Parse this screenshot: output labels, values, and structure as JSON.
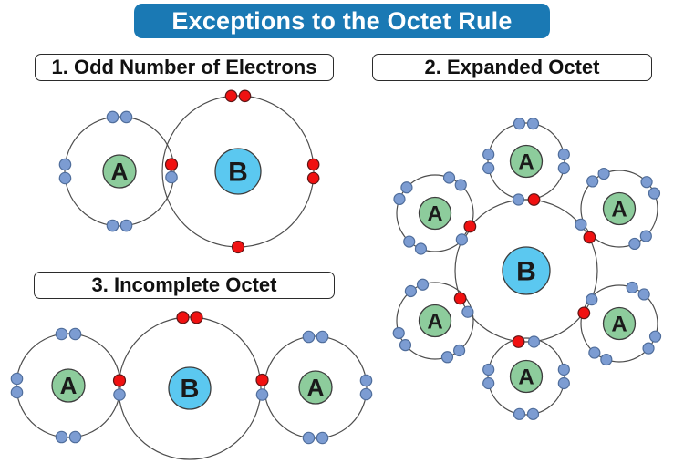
{
  "title": "Exceptions to the Octet Rule",
  "atom_labels": {
    "a": "A",
    "b": "B"
  },
  "colors": {
    "background": "#FFFFFF",
    "title_bg": "#1A79B4",
    "title_text": "#FFFFFF",
    "heading_text": "#111111",
    "heading_border": "#2B2B2B",
    "ring_stroke": "#4D4D4D",
    "atom_a_fill": "#8DCC9C",
    "atom_b_fill": "#5BC8F0",
    "atom_stroke": "#3D3D3D",
    "atom_label": "#1A1A1A",
    "electron_a_fill": "#7C9CD2",
    "electron_a_stroke": "#4F6D9B",
    "electron_b_fill": "#F01111",
    "electron_b_stroke": "#5E1616"
  },
  "sections": [
    {
      "heading": "1. Odd Number of Electrons",
      "molecule": {
        "atoms": [
          {
            "label": "A",
            "lone_pairs": 3,
            "bonding_electrons": 1
          },
          {
            "label": "B",
            "lone_pairs": 2,
            "unpaired_electrons": 1,
            "bonding_electrons": 1
          }
        ],
        "shared_pairs": 1,
        "electrons_around_B": 7
      }
    },
    {
      "heading": "2. Expanded Octet",
      "molecule": {
        "center_atom": {
          "label": "B",
          "lone_pairs": 0,
          "bonding_electrons": 6
        },
        "outer_atoms": {
          "label": "A",
          "count": 6,
          "lone_pairs_each": 3,
          "bonding_electrons_each": 1
        },
        "shared_pairs": 6,
        "electrons_around_B": 12
      }
    },
    {
      "heading": "3. Incomplete Octet",
      "molecule": {
        "atoms": [
          {
            "label": "A",
            "lone_pairs": 3,
            "bonding_electrons": 1
          },
          {
            "label": "B",
            "lone_pairs": 1,
            "bonding_electrons": 2
          },
          {
            "label": "A",
            "lone_pairs": 3,
            "bonding_electrons": 1
          }
        ],
        "shared_pairs": 2,
        "electrons_around_B": 6
      }
    }
  ]
}
